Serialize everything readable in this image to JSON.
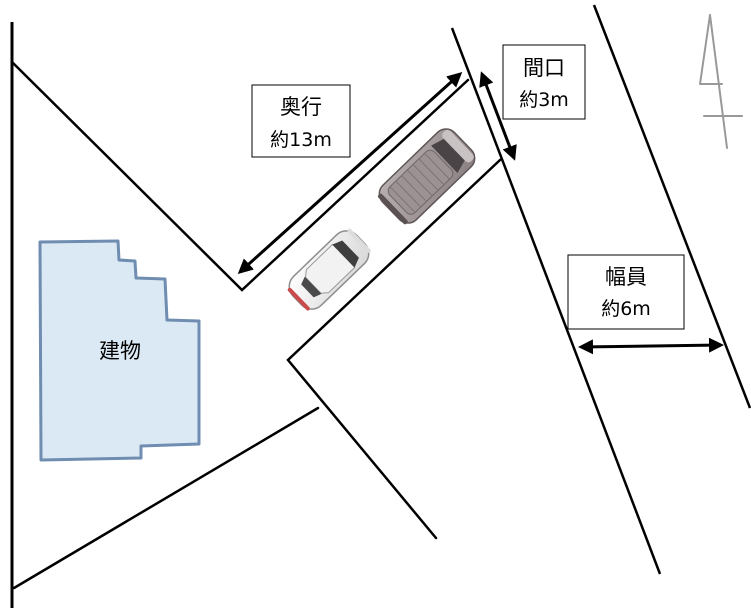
{
  "labels": {
    "building": "建物",
    "depth_title": "奥行",
    "depth_value": "約13m",
    "frontage_title": "間口",
    "frontage_value": "約3m",
    "road_width_title": "幅員",
    "road_width_value": "約6m"
  },
  "colors": {
    "building_fill": "#dbe9f4",
    "building_stroke": "#6f8db0",
    "line": "#000000"
  },
  "icons": {
    "north": "north-arrow-icon"
  }
}
